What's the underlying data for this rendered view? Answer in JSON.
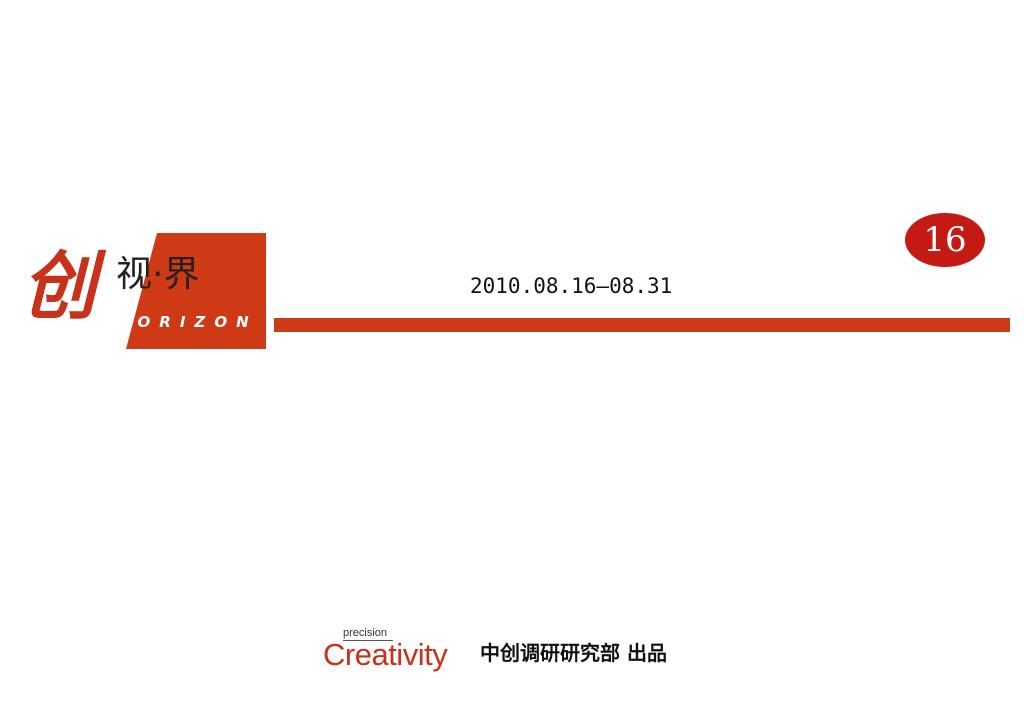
{
  "header": {
    "logo": {
      "main_char": "创",
      "secondary_text": "视·界",
      "english_text": "HORIZON"
    },
    "date_range": "2010.08.16—08.31",
    "issue_number": "16"
  },
  "footer": {
    "brand_small": "precision",
    "brand_large": "Creativity",
    "publisher": "中创调研研究部 出品"
  },
  "colors": {
    "accent_red": "#cf3a16",
    "badge_red": "#c51a14"
  }
}
